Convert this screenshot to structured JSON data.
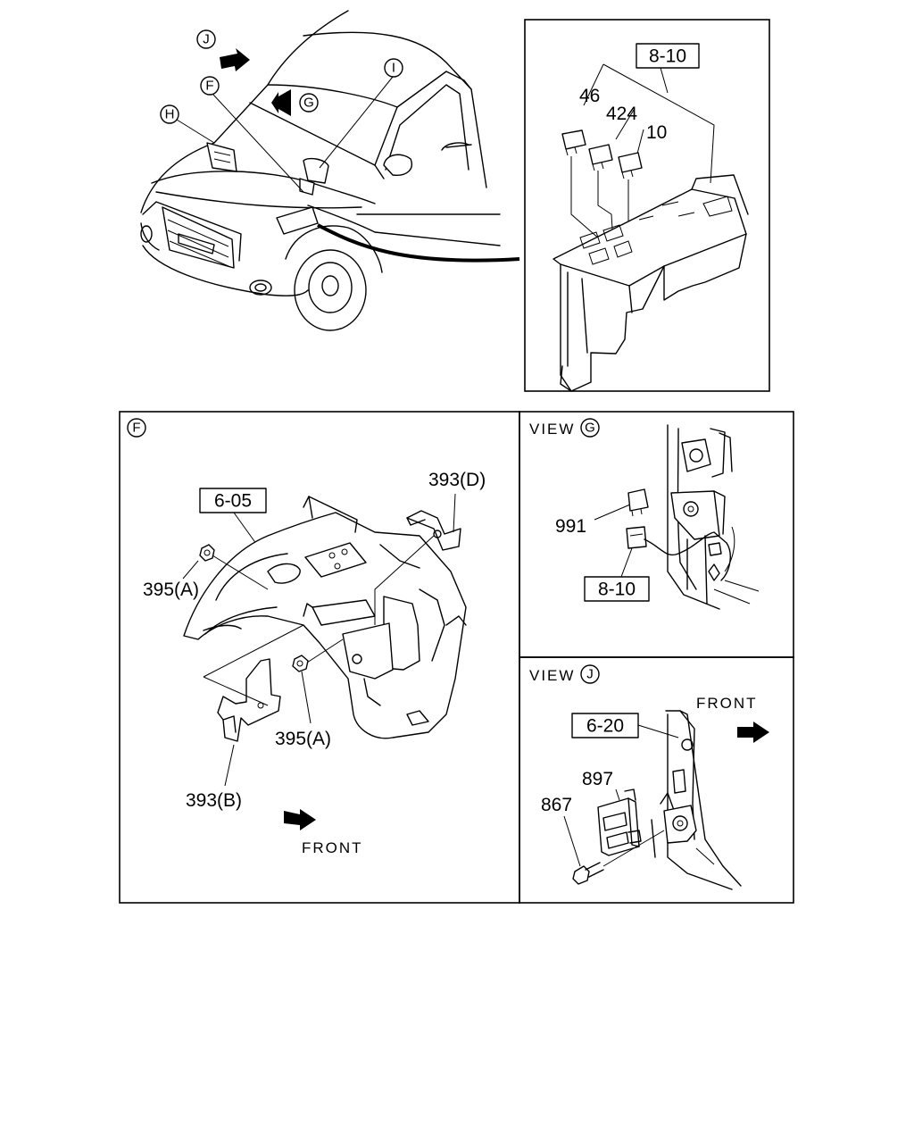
{
  "overview": {
    "callout_j": "J",
    "callout_f": "F",
    "callout_h": "H",
    "callout_g": "G",
    "callout_i": "I"
  },
  "relay_detail": {
    "group_label": "8-10",
    "part_46": "46",
    "part_424": "424",
    "part_10": "10"
  },
  "panel_f": {
    "section_letter": "F",
    "group_label": "6-05",
    "part_393d": "393(D)",
    "part_395a_left": "395(A)",
    "part_395a_right": "395(A)",
    "part_393b": "393(B)",
    "front_label": "FRONT"
  },
  "panel_g": {
    "view_text": "VIEW",
    "view_letter": "G",
    "part_991": "991",
    "group_label": "8-10"
  },
  "panel_j": {
    "view_text": "VIEW",
    "view_letter": "J",
    "front_label": "FRONT",
    "group_label": "6-20",
    "part_897": "897",
    "part_867": "867"
  }
}
